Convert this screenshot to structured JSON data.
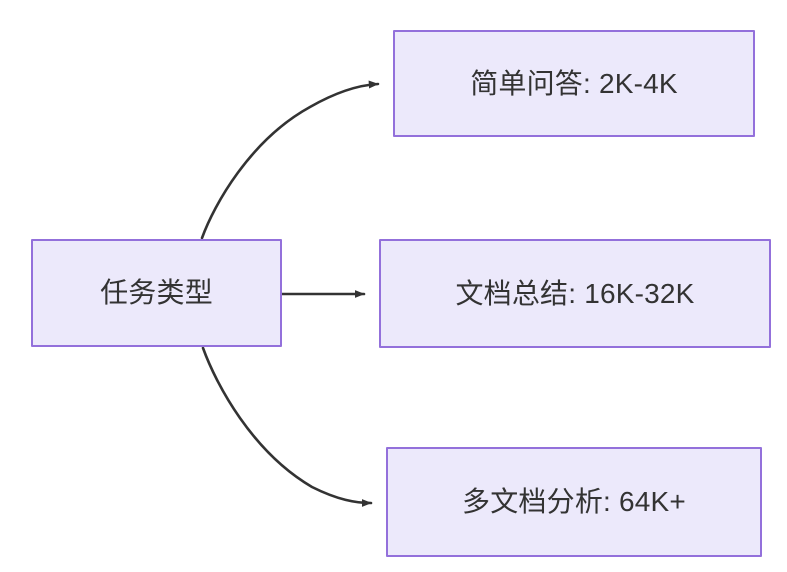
{
  "diagram": {
    "type": "flowchart",
    "direction": "left-to-right",
    "title": "任务类型",
    "background_color": "#ffffff",
    "node_fill_color": "#ece9fb",
    "node_border_color": "#9370db",
    "text_color": "#333333",
    "edge_color": "#333333",
    "source": {
      "id": "task-type",
      "label": "任务类型"
    },
    "targets": [
      {
        "id": "simple-qa",
        "label": "简单问答: 2K-4K",
        "task": "简单问答",
        "context_length": "2K-4K"
      },
      {
        "id": "doc-summary",
        "label": "文档总结: 16K-32K",
        "task": "文档总结",
        "context_length": "16K-32K"
      },
      {
        "id": "multi-doc",
        "label": "多文档分析: 64K+",
        "task": "多文档分析",
        "context_length": "64K+"
      }
    ],
    "edges": [
      {
        "from": "task-type",
        "to": "simple-qa",
        "style": "curved",
        "arrow": "filled-triangle"
      },
      {
        "from": "task-type",
        "to": "doc-summary",
        "style": "straight",
        "arrow": "filled-triangle"
      },
      {
        "from": "task-type",
        "to": "multi-doc",
        "style": "curved",
        "arrow": "filled-triangle"
      }
    ]
  }
}
